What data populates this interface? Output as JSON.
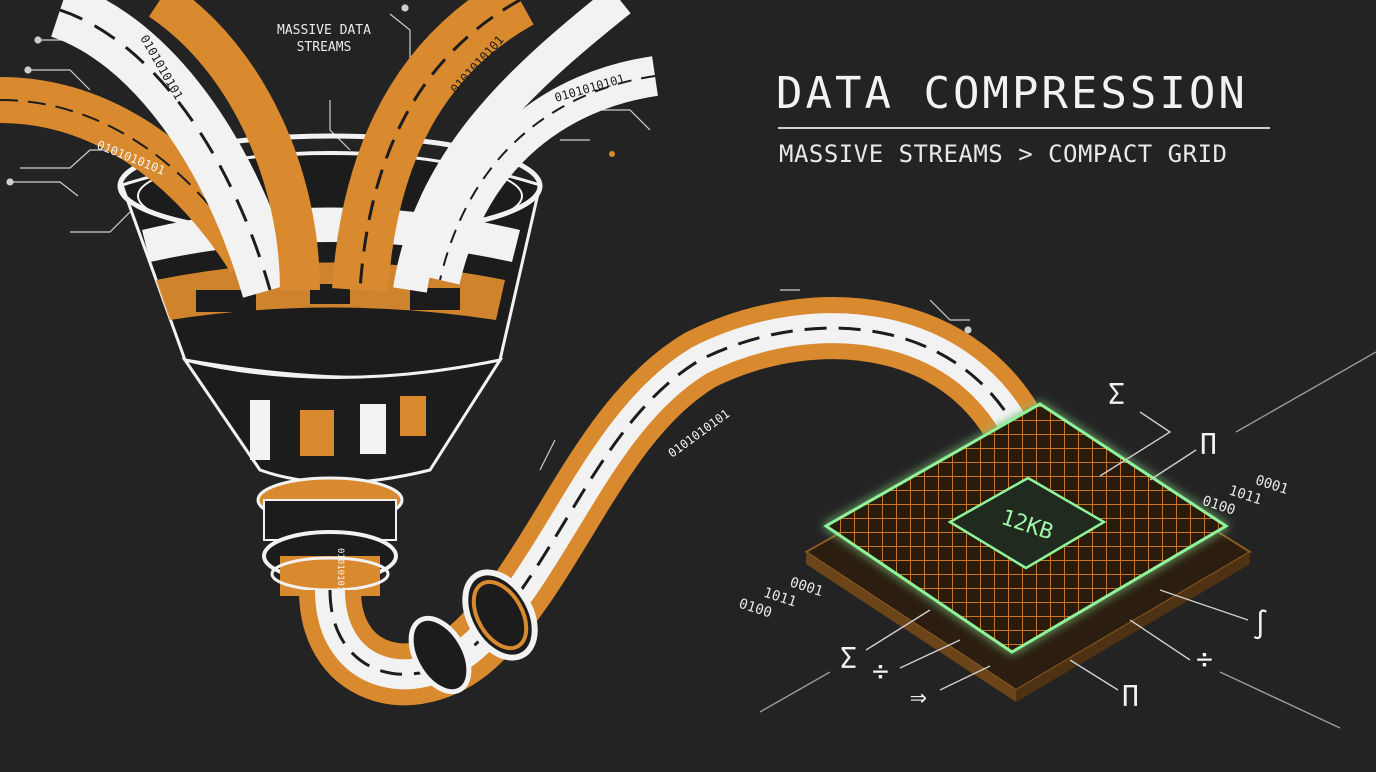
{
  "heading": {
    "title": "DATA COMPRESSION",
    "subtitle": "MASSIVE STREAMS > COMPACT GRID"
  },
  "funnel_label": {
    "line1": "MASSIVE DATA",
    "line2": "STREAMS"
  },
  "stream_binary": "0101010101",
  "chip": {
    "size_label": "12KB"
  },
  "binary_blocks": {
    "right": [
      "0001",
      "1011",
      "0100"
    ],
    "left": [
      "0001",
      "1011",
      "0100"
    ]
  },
  "symbols": {
    "sigma": "Σ",
    "pi": "Π",
    "integral": "∫",
    "divide": "÷",
    "implies": "⇒"
  },
  "colors": {
    "background": "#232323",
    "orange": "#d9892e",
    "white": "#f2f2f2",
    "dark": "#1b1b1b",
    "chip_green": "#8ef39a",
    "chip_orange": "#c8742a"
  }
}
